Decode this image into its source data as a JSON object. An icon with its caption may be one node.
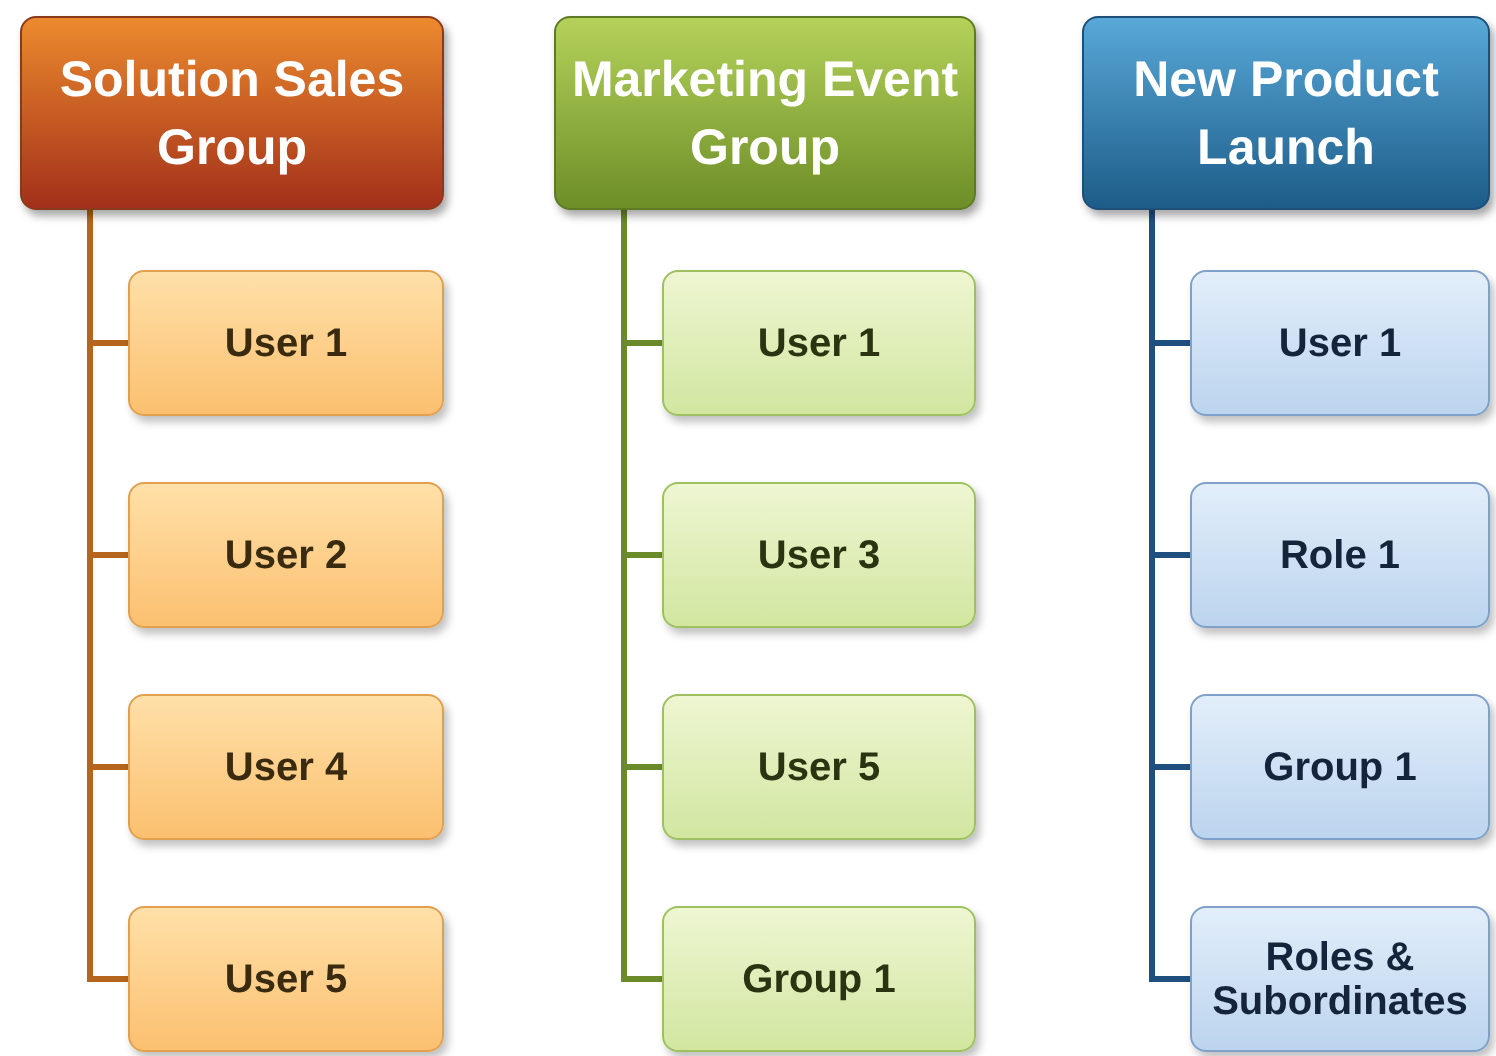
{
  "diagram": {
    "nodes": [
      {
        "text": [
          "Solution Sales Group"
        ]
      },
      {
        "text": [
          "User 1"
        ]
      },
      {
        "text": [
          "User 2"
        ]
      },
      {
        "text": [
          "User 4"
        ]
      },
      {
        "text": [
          "User 5"
        ]
      },
      {
        "text": [
          "Marketing Event Group"
        ]
      },
      {
        "text": [
          "User 1"
        ]
      },
      {
        "text": [
          "User 3"
        ]
      },
      {
        "text": [
          "User 5"
        ]
      },
      {
        "text": [
          "Group 1"
        ]
      },
      {
        "text": [
          "New Product Launch"
        ]
      },
      {
        "text": [
          "User 1"
        ]
      },
      {
        "text": [
          "Role 1"
        ]
      },
      {
        "text": [
          "Group 1"
        ]
      },
      {
        "text": [
          "Roles & Subordinates"
        ]
      }
    ],
    "edges": [
      {
        "from": 0,
        "to": 1,
        "arrow": "none",
        "color": "#b5651d"
      },
      {
        "from": 0,
        "to": 2,
        "arrow": "none",
        "color": "#b5651d"
      },
      {
        "from": 0,
        "to": 3,
        "arrow": "none",
        "color": "#b5651d"
      },
      {
        "from": 0,
        "to": 4,
        "arrow": "none",
        "color": "#b5651d"
      },
      {
        "from": 5,
        "to": 6,
        "arrow": "none",
        "color": "#6b8a2a"
      },
      {
        "from": 5,
        "to": 7,
        "arrow": "none",
        "color": "#6b8a2a"
      },
      {
        "from": 5,
        "to": 8,
        "arrow": "none",
        "color": "#6b8a2a"
      },
      {
        "from": 5,
        "to": 9,
        "arrow": "none",
        "color": "#6b8a2a"
      },
      {
        "from": 10,
        "to": 11,
        "arrow": "none",
        "color": "#1f4f7f"
      },
      {
        "from": 10,
        "to": 12,
        "arrow": "none",
        "color": "#1f4f7f"
      },
      {
        "from": 10,
        "to": 13,
        "arrow": "none",
        "color": "#1f4f7f"
      },
      {
        "from": 10,
        "to": 14,
        "arrow": "none",
        "color": "#1f4f7f"
      }
    ]
  }
}
